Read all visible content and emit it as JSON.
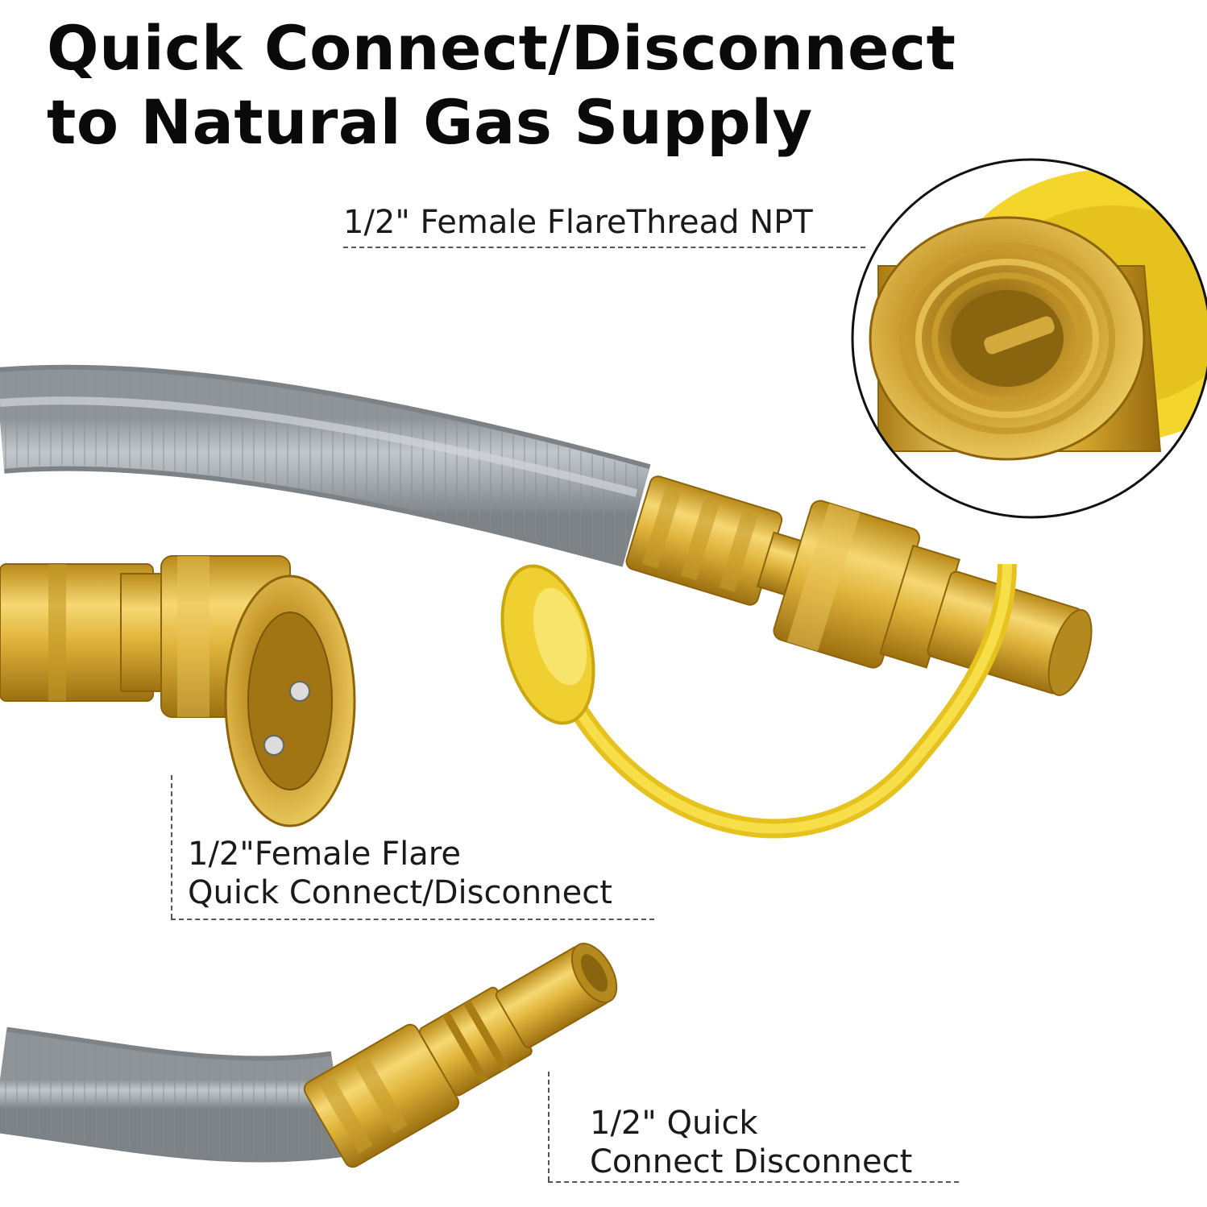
{
  "headline": {
    "line1": "Quick Connect/Disconnect",
    "line2": "to Natural Gas Supply"
  },
  "callouts": {
    "flare_thread": "1/2\" Female FlareThread NPT",
    "female_flare": {
      "line1": "1/2\"Female Flare",
      "line2": "Quick Connect/Disconnect"
    },
    "quick_connect": {
      "line1": "1/2\" Quick",
      "line2": "Connect Disconnect"
    }
  },
  "colors": {
    "hose_gray": "#a9adb1",
    "brass": "#d9b13a",
    "cap_yellow": "#f2d22e",
    "text": "#111111"
  }
}
